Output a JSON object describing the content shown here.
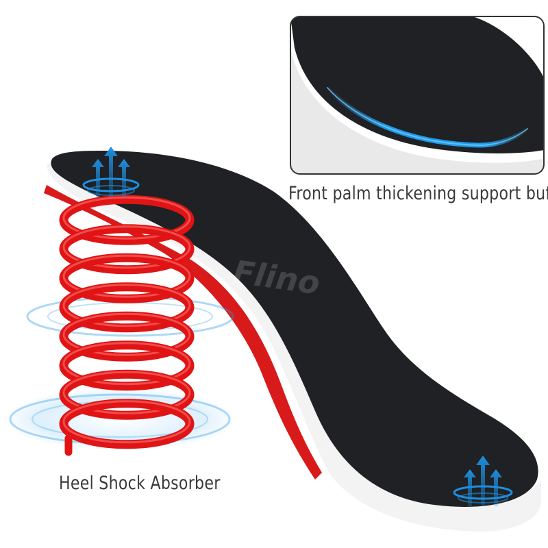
{
  "callouts": {
    "front_palm": "Front palm thickening support buffer",
    "heel": "Heel Shock Absorber"
  },
  "watermark": "Flino",
  "colors": {
    "insole_top": "#1f2124",
    "foam_edge": "#f2f2f2",
    "spring_red": "#e01414",
    "arch_glow": "#1e9bea",
    "arrow_blue": "#1d8fe0"
  },
  "icons": [
    "heel-spring-icon",
    "shock-wave-icon",
    "up-arrows-icon",
    "arch-glow-icon"
  ]
}
